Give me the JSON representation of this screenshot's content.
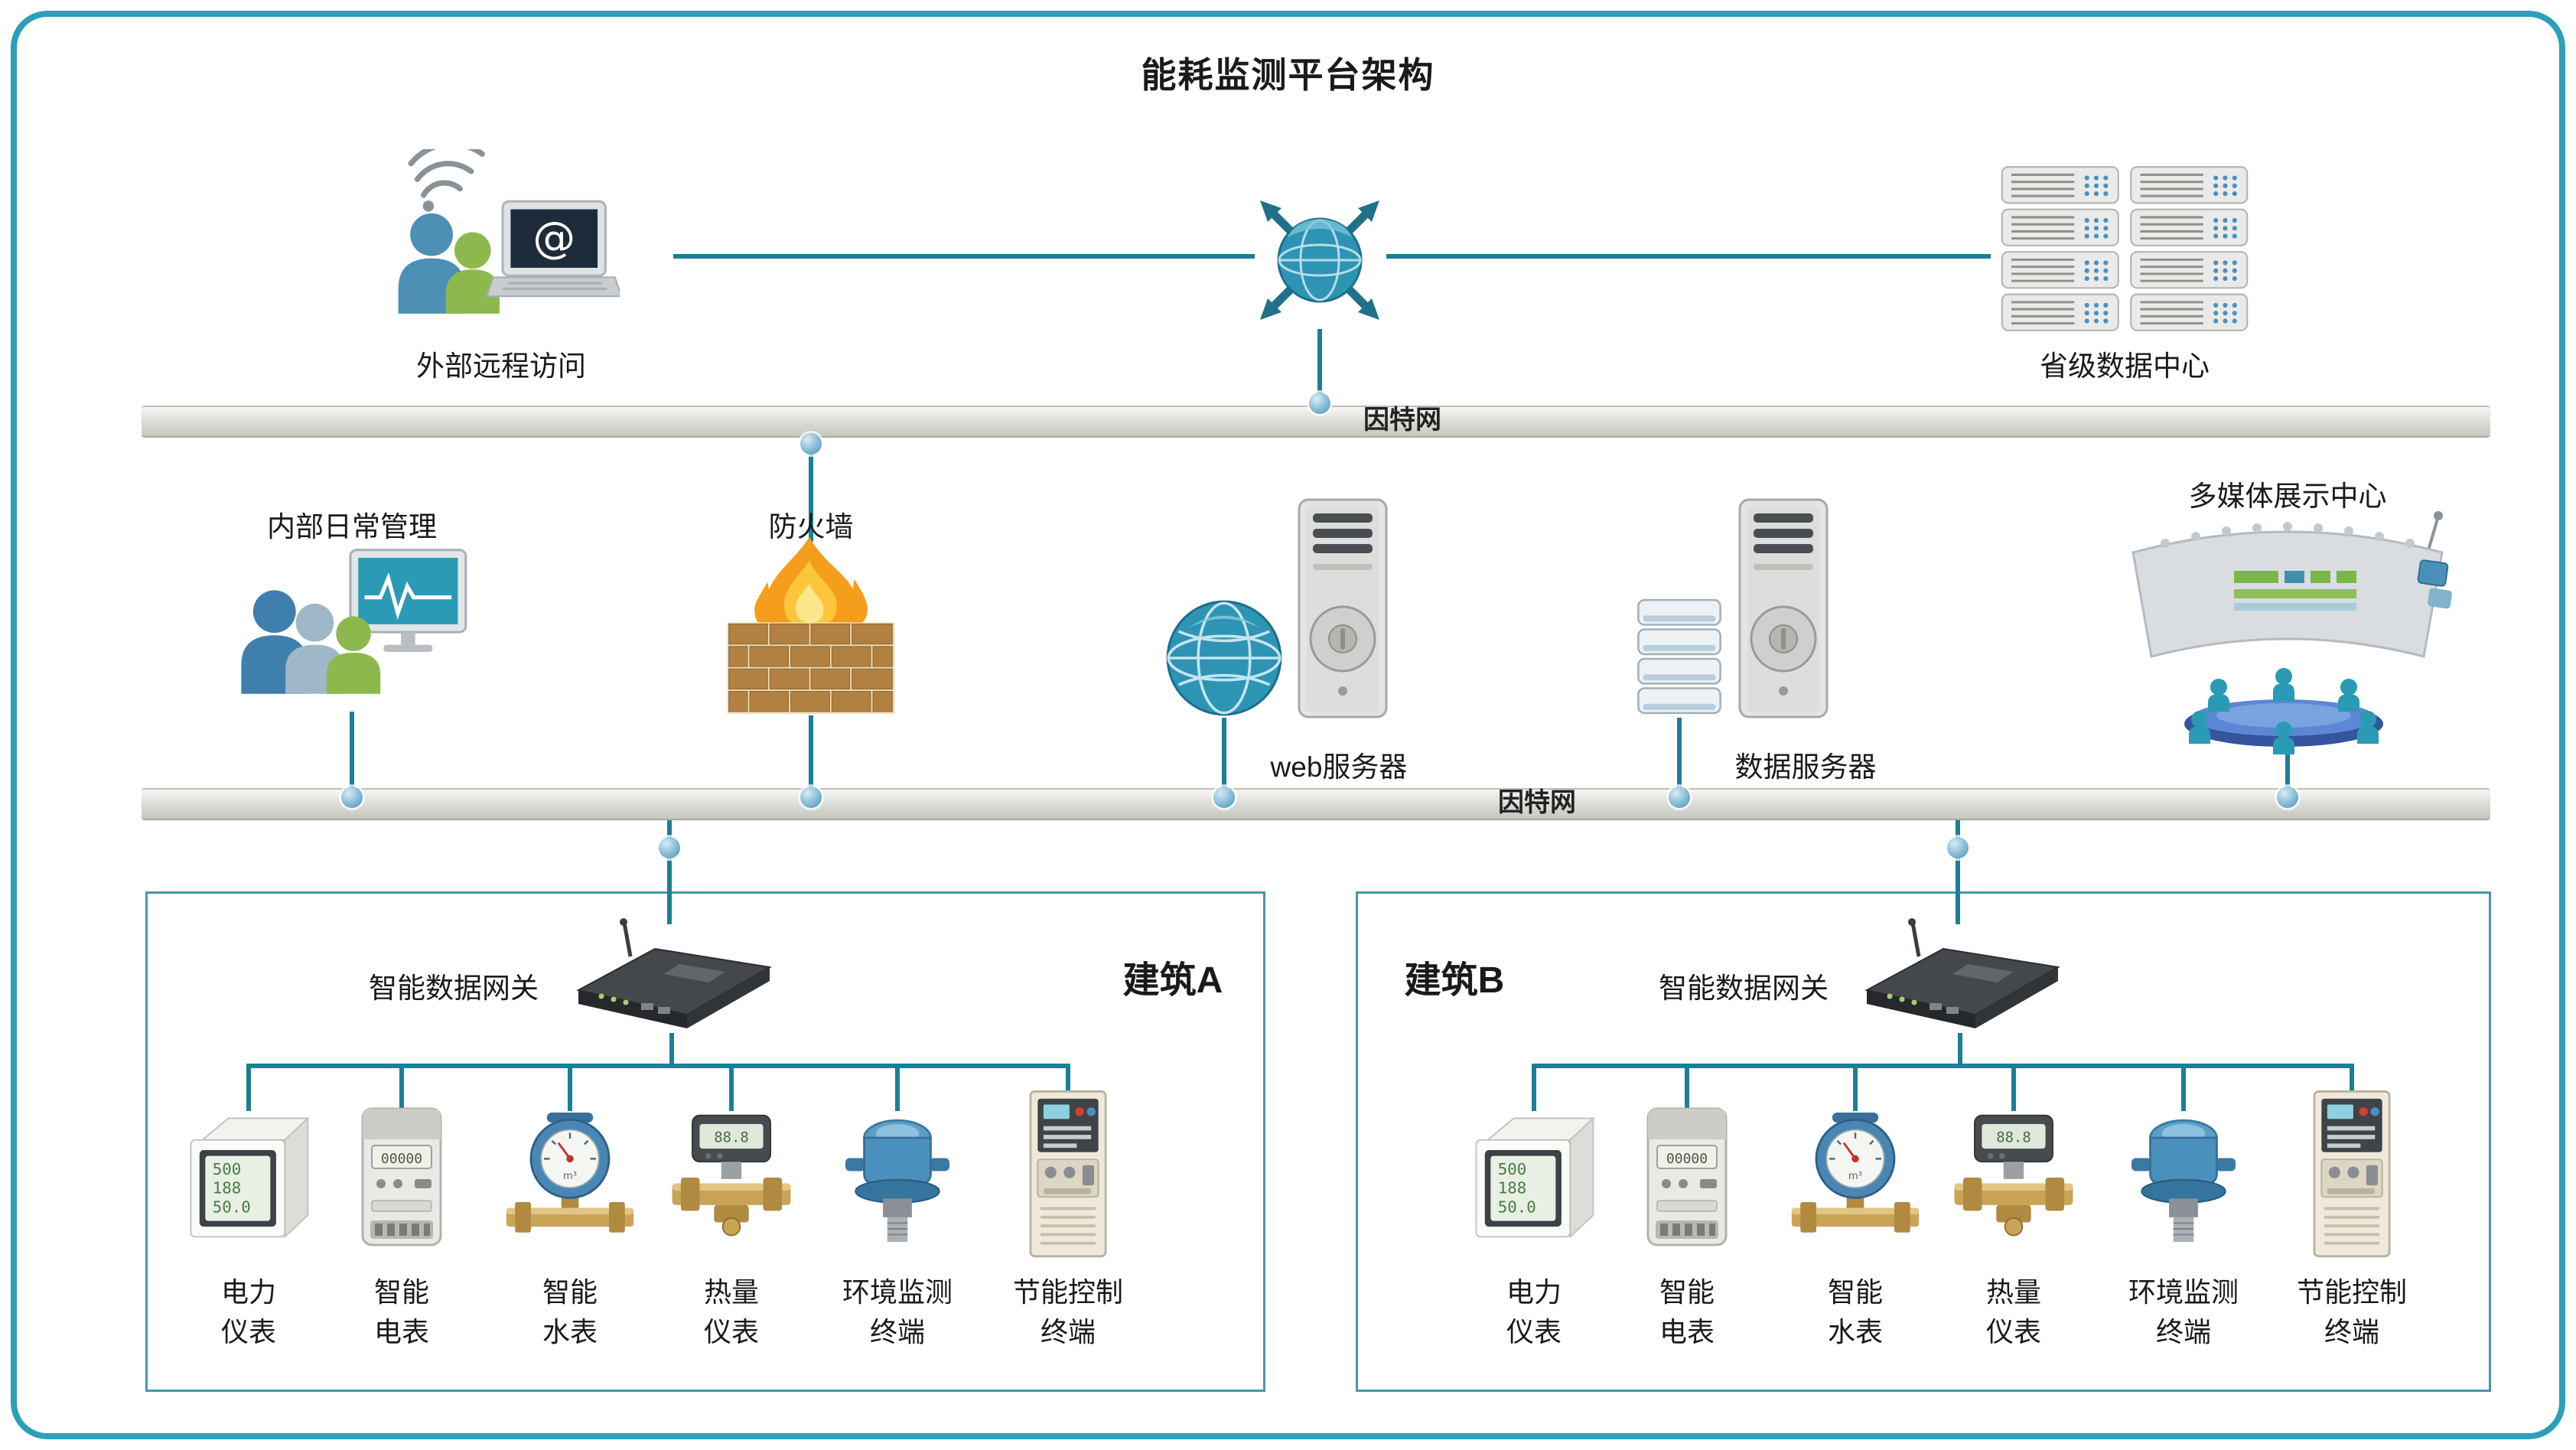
{
  "page": {
    "title": "能耗监测平台架构"
  },
  "colors": {
    "accent_line": "#1B7F96",
    "frame_border": "#2AA0BA",
    "building_box_border": "#4796AD",
    "bus_bar_fill": "#D9D9D3",
    "connection_dot": "#7FB6D4",
    "flame_orange": "#F59E1B",
    "brick_brown": "#B28040",
    "globe_teal": "#2E94B4"
  },
  "icons": {
    "external_access": "users-laptop-wifi-icon",
    "internet_core": "globe-router-arrows-icon",
    "province_datacenter": "server-rack-grid-icon",
    "internal_management": "people-monitor-icon",
    "firewall": "flame-brick-wall-icon",
    "web_server": "globe-and-tower-icon",
    "data_server": "disk-stack-and-tower-icon",
    "multimedia_center": "curved-screen-conference-icon",
    "gateway": "data-gateway-box-icon",
    "devices": [
      "power-meter-icon",
      "electric-meter-icon",
      "water-meter-icon",
      "heat-meter-icon",
      "env-monitor-icon",
      "control-cabinet-icon"
    ]
  },
  "top_tier": {
    "external_access_label": "外部远程访问",
    "province_datacenter_label": "省级数据中心"
  },
  "bus_bars": {
    "bus1_label": "因特网",
    "bus2_label": "因特网"
  },
  "middle_tier": {
    "internal_management_label": "内部日常管理",
    "firewall_label": "防火墙",
    "web_server_label": "web服务器",
    "data_server_label": "数据服务器",
    "multimedia_label": "多媒体展示中心"
  },
  "buildings": [
    {
      "name": "建筑A",
      "gateway_label": "智能数据网关",
      "devices": [
        {
          "line1": "电力",
          "line2": "仪表"
        },
        {
          "line1": "智能",
          "line2": "电表"
        },
        {
          "line1": "智能",
          "line2": "水表"
        },
        {
          "line1": "热量",
          "line2": "仪表"
        },
        {
          "line1": "环境监测",
          "line2": "终端"
        },
        {
          "line1": "节能控制",
          "line2": "终端"
        }
      ]
    },
    {
      "name": "建筑B",
      "gateway_label": "智能数据网关",
      "devices": [
        {
          "line1": "电力",
          "line2": "仪表"
        },
        {
          "line1": "智能",
          "line2": "电表"
        },
        {
          "line1": "智能",
          "line2": "水表"
        },
        {
          "line1": "热量",
          "line2": "仪表"
        },
        {
          "line1": "环境监测",
          "line2": "终端"
        },
        {
          "line1": "节能控制",
          "line2": "终端"
        }
      ]
    }
  ]
}
